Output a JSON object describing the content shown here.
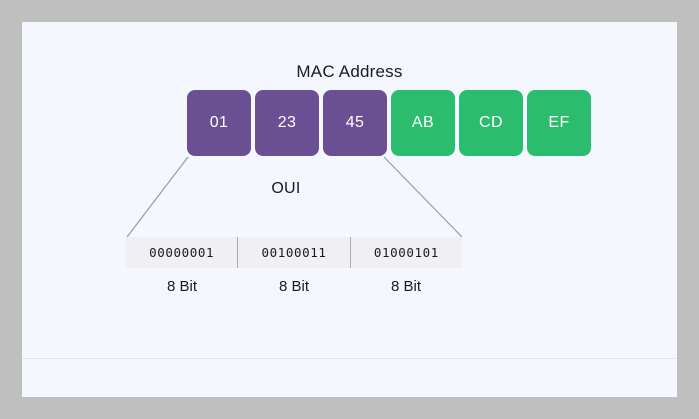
{
  "diagram": {
    "title": "MAC Address",
    "octets": [
      {
        "value": "01",
        "part": "oui"
      },
      {
        "value": "23",
        "part": "oui"
      },
      {
        "value": "45",
        "part": "oui"
      },
      {
        "value": "AB",
        "part": "nic"
      },
      {
        "value": "CD",
        "part": "nic"
      },
      {
        "value": "EF",
        "part": "nic"
      }
    ],
    "oui_label": "OUI",
    "bits": [
      {
        "binary": "00000001",
        "size_label": "8 Bit"
      },
      {
        "binary": "00100011",
        "size_label": "8 Bit"
      },
      {
        "binary": "01000101",
        "size_label": "8 Bit"
      }
    ],
    "colors": {
      "oui_fill": "#6b4f93",
      "nic_fill": "#2bbc6e",
      "canvas_bg": "#f4f7fd",
      "frame_bg": "#bfbfbf",
      "table_bg": "#f0f0f2",
      "connector_line": "#9a9aa2",
      "divider": "#e3e6ec",
      "text": "#1b1b1f"
    }
  }
}
